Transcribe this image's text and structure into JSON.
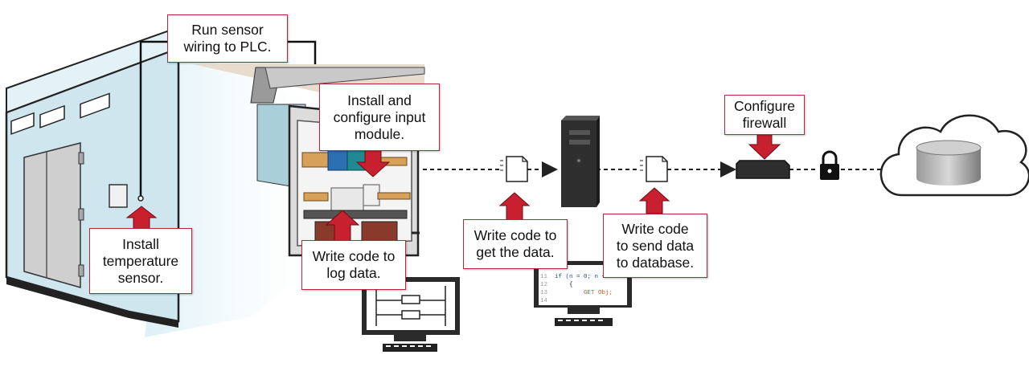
{
  "callouts": {
    "run_wiring": "Run sensor\nwiring to PLC.",
    "install_module": "Install and\nconfigure input\nmodule.",
    "install_sensor": "Install\ntemperature\nsensor.",
    "log_data": "Write code to\nlog data.",
    "get_data": "Write code to\nget the data.",
    "send_data": "Write code\nto send data\nto database.",
    "firewall": "Configure\nfirewall"
  },
  "code_snippet": {
    "line_numbers": [
      "11",
      "12",
      "13",
      "14"
    ],
    "line_11": "if (n = 0; n <",
    "line_12": "{",
    "line_13": "GET Obj;"
  },
  "icons": {
    "freezer": "walk-in-cooler-icon",
    "plc": "plc-cabinet-icon",
    "ladder_monitor": "ladder-logic-monitor-icon",
    "code_monitor": "code-editor-monitor-icon",
    "server": "server-tower-icon",
    "document": "document-icon",
    "firewall": "firewall-device-icon",
    "lock": "lock-icon",
    "cloud_db": "cloud-database-icon"
  },
  "colors": {
    "accent_red": "#c8202f",
    "callout_border": "#b5283a",
    "cooler_blue": "#cfe6ef",
    "server_dark": "#2e2e2e"
  }
}
